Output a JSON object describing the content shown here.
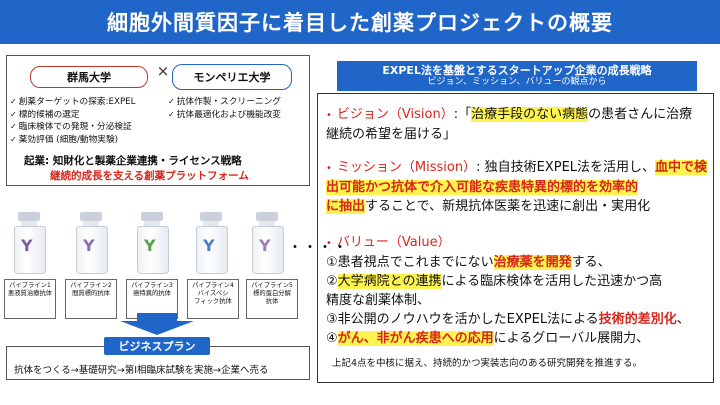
{
  "title": "細胞外間質因子に着目した創薬プロジェクトの概要",
  "left": {
    "gunma": "群馬大学",
    "cross": "×",
    "montpellier": "モンペリエ大学",
    "gunma_items": [
      "創薬ターゲットの探索:EXPEL",
      "標的候補の選定",
      "臨床検体での発現・分泌検証",
      "薬効評価 (細胞/動物実験)"
    ],
    "mont_items": [
      "抗体作製・スクリーニング",
      "抗体最適化および機能改変"
    ],
    "kigyo_label": "起業",
    "kigyo_text": ": 知財化と製薬企業連携・ライセンス戦略",
    "platform": "継続的成長を支える創薬プラットフォーム",
    "pipelines": [
      {
        "l1": "パイプライン1",
        "l2": "悪液質治療抗体",
        "l3": ""
      },
      {
        "l1": "パイプライン2",
        "l2": "間質標的抗体",
        "l3": ""
      },
      {
        "l1": "パイプライン3",
        "l2": "癌特異的抗体",
        "l3": ""
      },
      {
        "l1": "パイプライン4",
        "l2": "バイスペシ",
        "l3": "フィック抗体"
      },
      {
        "l1": "パイプライン5",
        "l2": "標的蛋白分解",
        "l3": "抗体"
      }
    ],
    "dots": "・・・・",
    "biz_title": "ビジネスプラン",
    "biz_flow": "抗体をつくる→基礎研究→第I相臨床試験を実施→企業へ売る"
  },
  "right": {
    "header1": "EXPEL法を基盤とするスタートアップ企業の成長戦略",
    "header2": "ビジョン、ミッション、バリューの観点から",
    "bullet": "•",
    "vision_label": "ビジョン（Vision）",
    "vision_pre": ":「",
    "vision_hl": "治療手段のない病態",
    "vision_post": "の患者さんに治療",
    "vision_line2": "継続の希望を届ける」",
    "mission_label": "ミッション（Mission）",
    "mission_pre": ": 独自技術EXPEL法を活用し、",
    "mission_hl1": "血中で検",
    "mission_hl2": "出可能かつ抗体で介入可能な疾患特異的標的を効率的",
    "mission_hl3": "に抽出",
    "mission_post": "することで、新規抗体医薬を迅速に創出・実用化",
    "value_label": "バリュー（Value）",
    "v1_pre": "①患者視点でこれまでにない",
    "v1_hl": "治療薬を開発",
    "v1_post": "する、",
    "v2_pre": "②",
    "v2_hl": "大学病院との連携",
    "v2_post": "による臨床検体を活用した迅速かつ高",
    "v2_line2": "精度な創薬体制、",
    "v3_pre": "③非公開のノウハウを活かしたEXPEL法による",
    "v3_red": "技術的差別化",
    "v3_post": "、",
    "v4_pre": "④",
    "v4_hl": "がん、非がん疾患への応用",
    "v4_post": "によるグローバル展開力、",
    "footnote": "上記4点を中核に据え、持続的かつ実装志向のある研究開発を推進する。"
  },
  "colors": {
    "title_bg": "#1f66c8",
    "accent_red": "#d7261b",
    "highlight": "#fff44f"
  },
  "antibody_colors": [
    "#7b5aa6",
    "#8a6bb0",
    "#55a04a",
    "#4a7fc1",
    "#9a7fb8"
  ]
}
